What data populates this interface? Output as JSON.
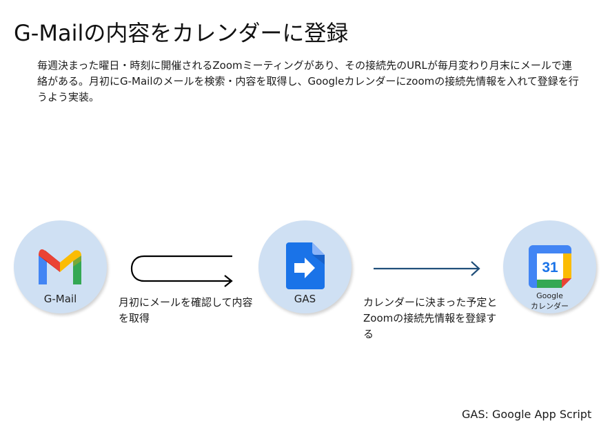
{
  "title": "G-Mailの内容をカレンダーに登録",
  "description": "毎週決まった曜日・時刻に開催されるZoomミーティングがあり、その接続先のURLが毎月変わり月末にメールで連絡がある。月初にG-Mailのメールを検索・内容を取得し、Googleカレンダーにzoomの接続先情報を入れて登録を行うよう実装。",
  "nodes": {
    "gmail": {
      "label": "G-Mail",
      "icon": "gmail-icon"
    },
    "gas": {
      "label": "GAS",
      "icon": "apps-script-icon"
    },
    "calendar": {
      "label_line1": "Google",
      "label_line2": "カレンダー",
      "icon": "google-calendar-icon",
      "icon_text": "31"
    }
  },
  "edges": {
    "gmail_to_gas": {
      "label": "月初にメールを確認して内容を取得",
      "style": "curved-return-arrow",
      "color": "#000000"
    },
    "gas_to_calendar": {
      "label": "カレンダーに決まった予定とZoomの接続先情報を登録する",
      "style": "straight-arrow",
      "color": "#1f4e79"
    }
  },
  "footnote": "GAS: Google App Script",
  "colors": {
    "node_fill": "#cfe0f3",
    "gmail_red": "#ea4335",
    "gmail_blue": "#4285f4",
    "gmail_green": "#34a853",
    "gmail_yellow": "#fbbc04",
    "gas_blue": "#1a73e8",
    "calendar_blue": "#4285f4"
  }
}
